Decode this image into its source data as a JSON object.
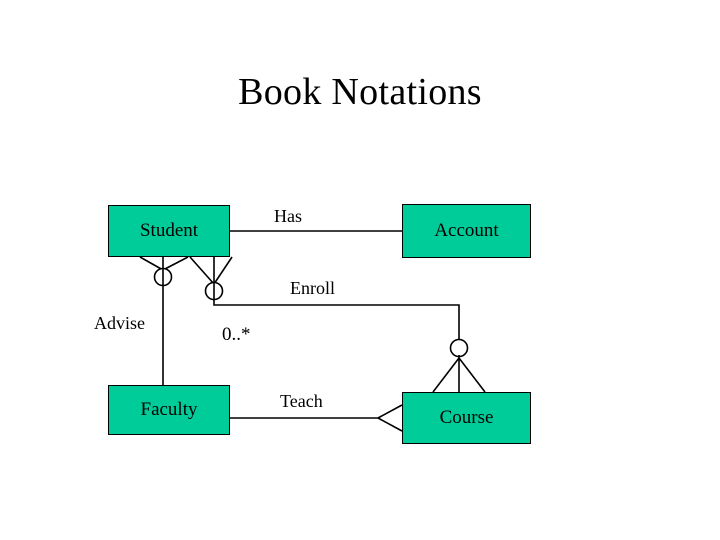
{
  "slide": {
    "title": "Book Notations",
    "background_color": "#ffffff",
    "entity_fill_color": "#00CC99",
    "line_color": "#000000"
  },
  "entities": [
    {
      "name": "Student",
      "label": "Student"
    },
    {
      "name": "Account",
      "label": "Account"
    },
    {
      "name": "Faculty",
      "label": "Faculty"
    },
    {
      "name": "Course",
      "label": "Course"
    }
  ],
  "relationships": [
    {
      "name": "has",
      "label": "Has"
    },
    {
      "name": "enroll",
      "label": "Enroll"
    },
    {
      "name": "advise",
      "label": "Advise"
    },
    {
      "name": "teach",
      "label": "Teach"
    }
  ],
  "multiplicities": [
    {
      "name": "enroll-multiplicity",
      "label": "0..*"
    }
  ]
}
